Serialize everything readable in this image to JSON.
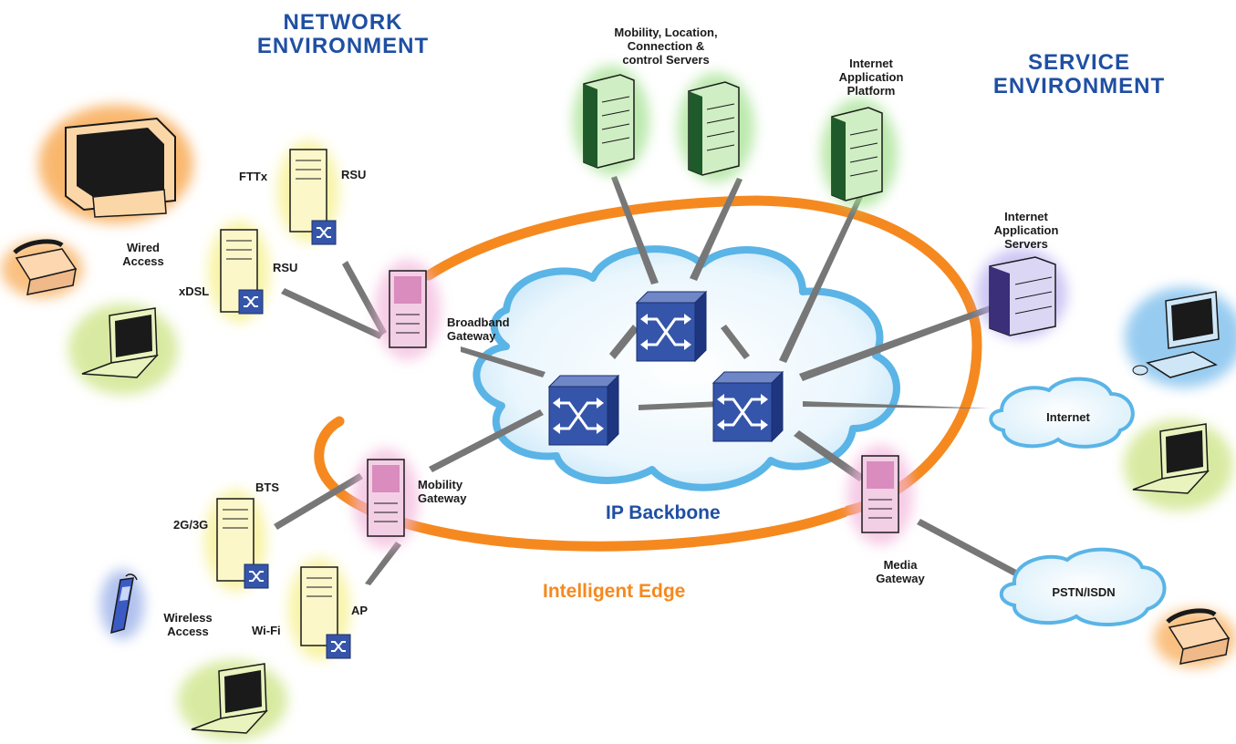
{
  "headings": {
    "network_l1": "NETWORK",
    "network_l2": "ENVIRONMENT",
    "service_l1": "SERVICE",
    "service_l2": "ENVIRONMENT"
  },
  "labels": {
    "mobility_servers_l1": "Mobility, Location,",
    "mobility_servers_l2": "Connection &",
    "mobility_servers_l3": "control Servers",
    "internet_platform_l1": "Internet",
    "internet_platform_l2": "Application",
    "internet_platform_l3": "Platform",
    "internet_servers_l1": "Internet",
    "internet_servers_l2": "Application",
    "internet_servers_l3": "Servers",
    "fttx": "FTTx",
    "rsu_top": "RSU",
    "rsu_bottom": "RSU",
    "xdsl": "xDSL",
    "wired_access_l1": "Wired",
    "wired_access_l2": "Access",
    "broadband_gateway_l1": "Broadband",
    "broadband_gateway_l2": "Gateway",
    "mobility_gateway_l1": "Mobility",
    "mobility_gateway_l2": "Gateway",
    "bts": "BTS",
    "g2g3": "2G/3G",
    "ap": "AP",
    "wifi": "Wi-Fi",
    "wireless_access_l1": "Wireless",
    "wireless_access_l2": "Access",
    "media_gateway_l1": "Media",
    "media_gateway_l2": "Gateway",
    "internet": "Internet",
    "pstn": "PSTN/ISDN",
    "ip_backbone": "IP Backbone",
    "intelligent_edge": "Intelligent Edge"
  },
  "colors": {
    "heading_blue": "#1f4fa3",
    "edge_orange": "#f5891f",
    "cloud_blue": "#5ab4e6",
    "switch_blue": "#2a4a9e",
    "server_green": "#8cd17a",
    "server_pink": "#e8a8cf",
    "server_yellow": "#f4ee8c",
    "server_purple": "#a79bd8"
  },
  "icons": {
    "crt_monitor": "crt-monitor-icon",
    "phone": "telephone-icon",
    "laptop": "laptop-icon",
    "desktop": "desktop-computer-icon",
    "mobile": "mobile-phone-icon",
    "server": "server-tower-icon",
    "switch": "network-switch-icon"
  }
}
